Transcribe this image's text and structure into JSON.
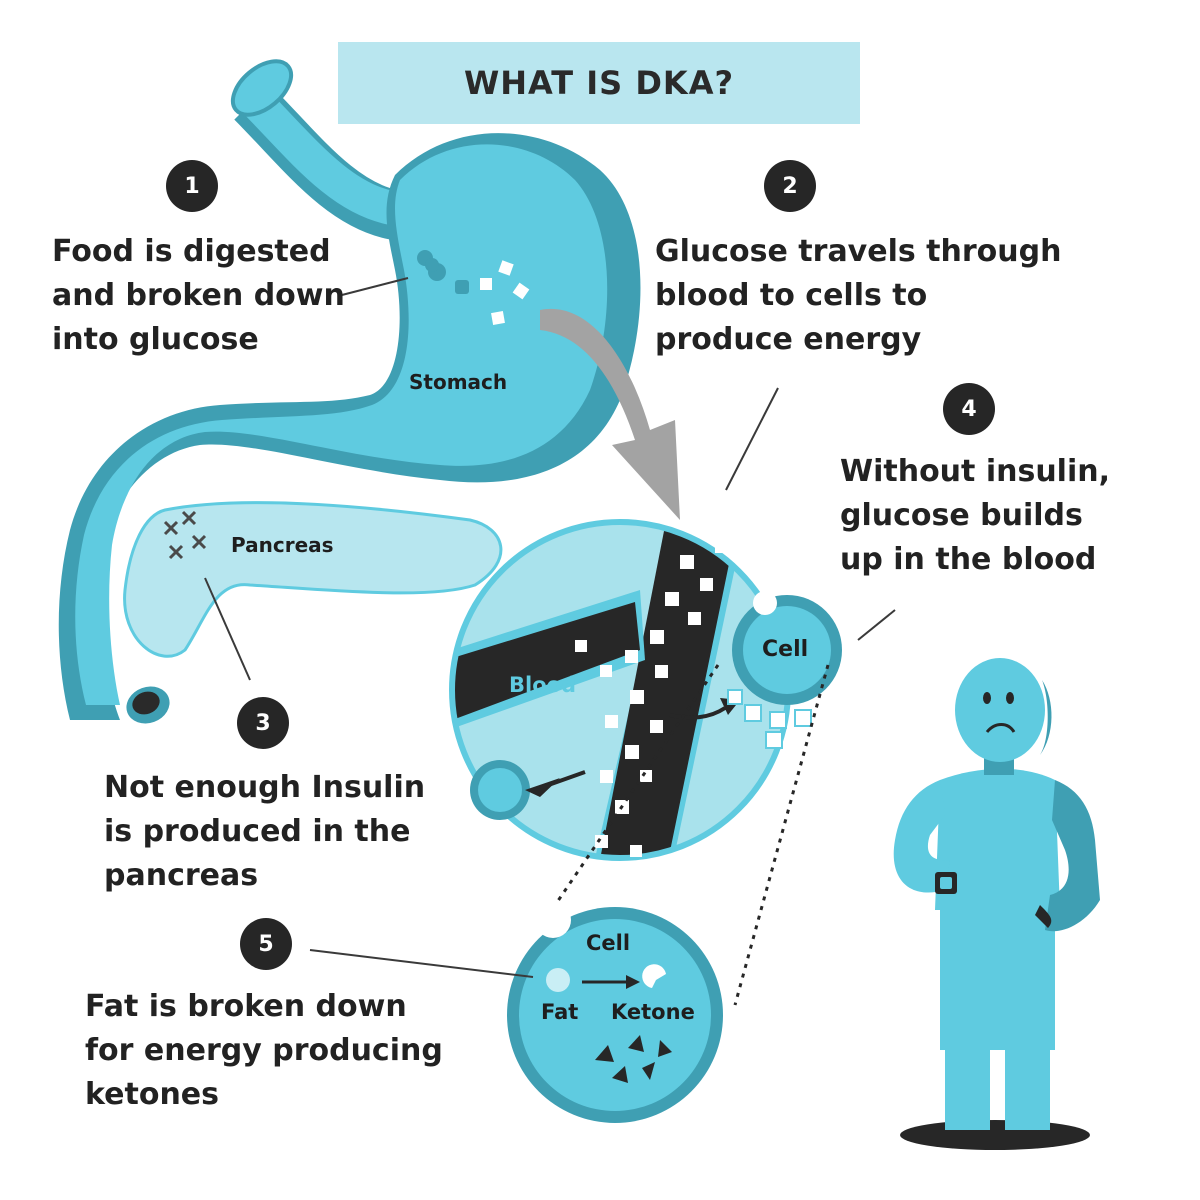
{
  "title": "WHAT IS DKA?",
  "steps": [
    {
      "number": "1",
      "lines": [
        "Food is digested",
        "and broken down",
        "into glucose"
      ]
    },
    {
      "number": "2",
      "lines": [
        "Glucose travels through",
        "blood to cells to",
        "produce energy"
      ]
    },
    {
      "number": "3",
      "lines": [
        "Not enough Insulin",
        "is produced in the",
        "pancreas"
      ]
    },
    {
      "number": "4",
      "lines": [
        "Without insulin,",
        "glucose builds",
        "up in the blood"
      ]
    },
    {
      "number": "5",
      "lines": [
        "Fat is broken down",
        "for energy producing",
        "ketones"
      ]
    }
  ],
  "labels": {
    "stomach": "Stomach",
    "pancreas": "Pancreas",
    "blood": "Blood",
    "cell_upper": "Cell",
    "cell_lower": "Cell",
    "fat": "Fat",
    "ketone": "Ketone"
  },
  "colors": {
    "organ_light": "#5fcbe0",
    "organ_dark": "#3f9fb3",
    "pancreas": "#b7e6ef",
    "circle_bg": "#a9e2ec",
    "vessel": "#272727",
    "title_bg": "#b9e6ef",
    "marker": "#262626"
  }
}
